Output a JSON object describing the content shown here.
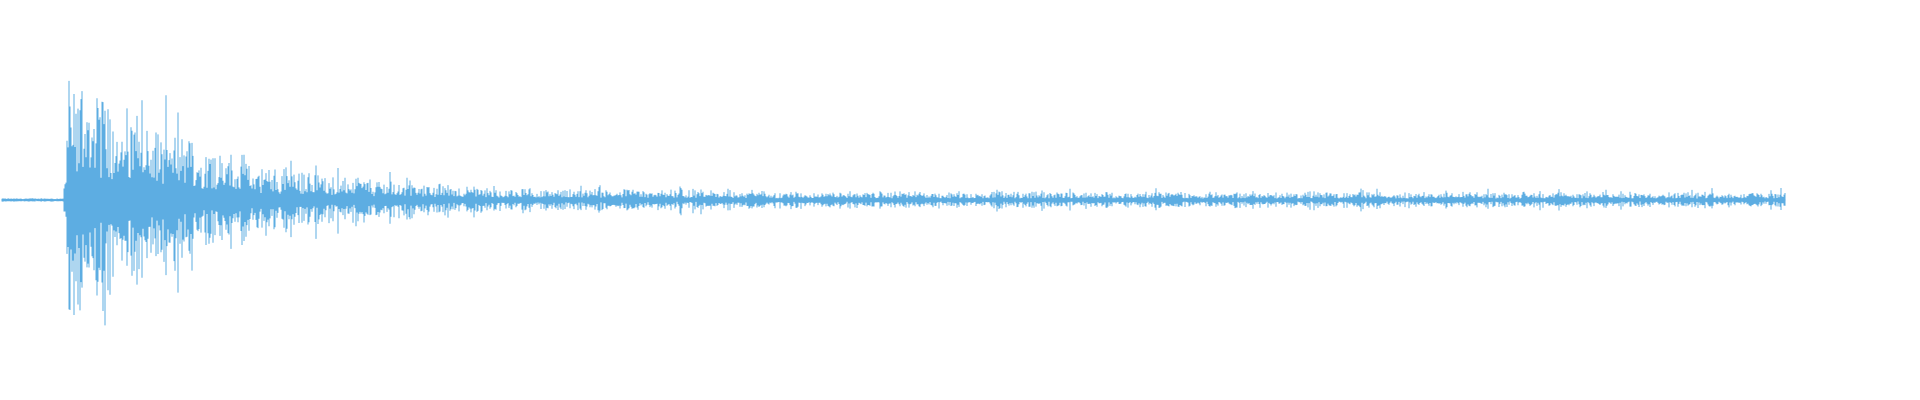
{
  "waveform": {
    "color": "#5dade2",
    "background": "#ffffff",
    "peak_amplitude": 0.83,
    "onset_fraction": 0.033,
    "end_fraction": 0.93
  }
}
